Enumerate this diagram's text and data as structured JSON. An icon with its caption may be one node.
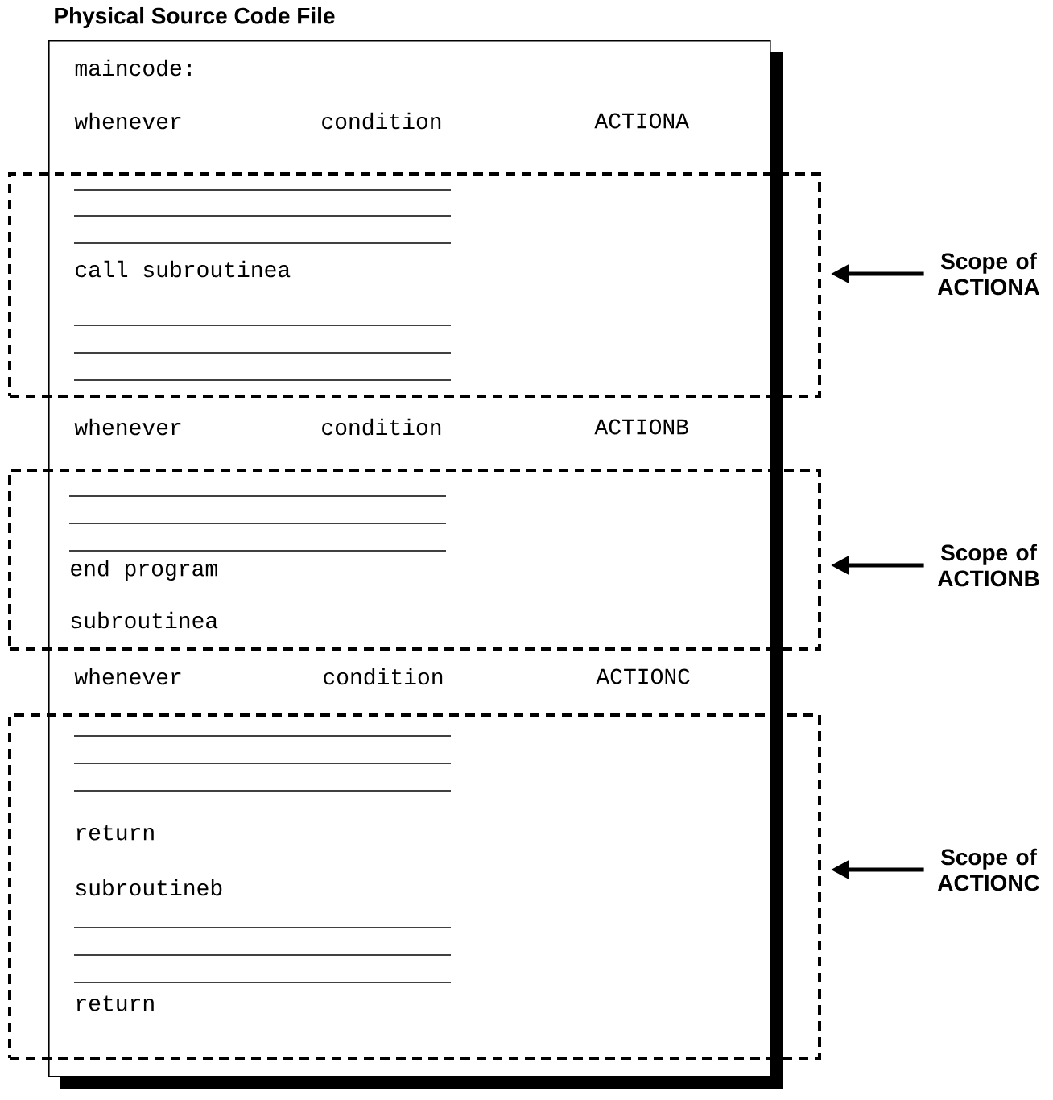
{
  "diagram": {
    "nodes": [
      {
        "text": [
          "Physical Source Code File"
        ]
      },
      {
        "text": [
          "call subroutinea"
        ]
      },
      {
        "text": [
          "end program",
          "subroutinea"
        ]
      },
      {
        "text": [
          "return",
          "subroutineb",
          "return"
        ]
      },
      {
        "text": [
          "Scope of ACTIONA"
        ]
      },
      {
        "text": [
          "Scope of ACTIONB"
        ]
      },
      {
        "text": [
          "Scope of ACTIONC"
        ]
      }
    ],
    "edges": [
      {
        "from": 4,
        "to": 1,
        "arrow": "to"
      },
      {
        "from": 5,
        "to": 2,
        "arrow": "to"
      },
      {
        "from": 6,
        "to": 3,
        "arrow": "to"
      }
    ],
    "labels": [
      "maincode:",
      "whenever",
      "condition",
      "ACTIONA",
      "whenever",
      "condition",
      "ACTIONB",
      "whenever",
      "condition",
      "ACTIONC"
    ]
  }
}
